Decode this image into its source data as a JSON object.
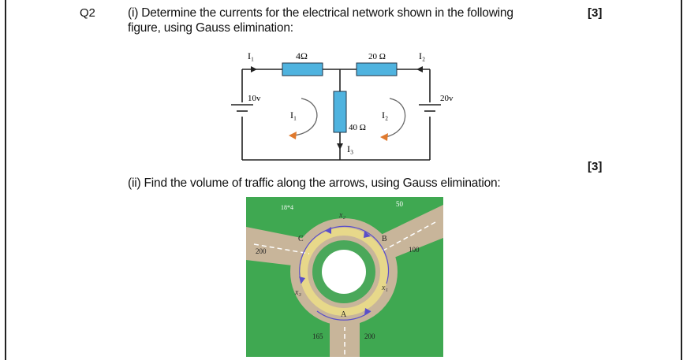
{
  "question": {
    "number": "Q2",
    "part_i_line1": "(i) Determine the currents for the electrical network shown in the following",
    "part_i_line2": "figure, using Gauss elimination:",
    "part_i_marks": "[3]",
    "part_ii": "(ii) Find the volume of traffic along the arrows, using Gauss elimination:",
    "part_ii_marks": "[3]"
  },
  "circuit": {
    "r1": "4Ω",
    "r2": "20 Ω",
    "r3": "40 Ω",
    "i1_top": "I₁",
    "i2_top": "I₂",
    "v1": "10v",
    "v2": "20v",
    "loop1": "I₁",
    "loop2": "I₂",
    "i3": "I₃",
    "colors": {
      "resistor": "#4fb3df",
      "loop_arrow": "#e07a2e",
      "wire": "#222222"
    }
  },
  "traffic": {
    "caption": "18*4",
    "top_right": "50",
    "left": "200",
    "right": "100",
    "bottom_left": "165",
    "bottom_right": "200",
    "x1": "x₁",
    "x2": "x₂",
    "x3": "x₃",
    "node_a": "A",
    "node_b": "B",
    "node_c": "C",
    "colors": {
      "grass": "#3fa851",
      "road": "#c8b59a",
      "ring": "#e7d88a",
      "arrow": "#5a4fc9"
    }
  }
}
